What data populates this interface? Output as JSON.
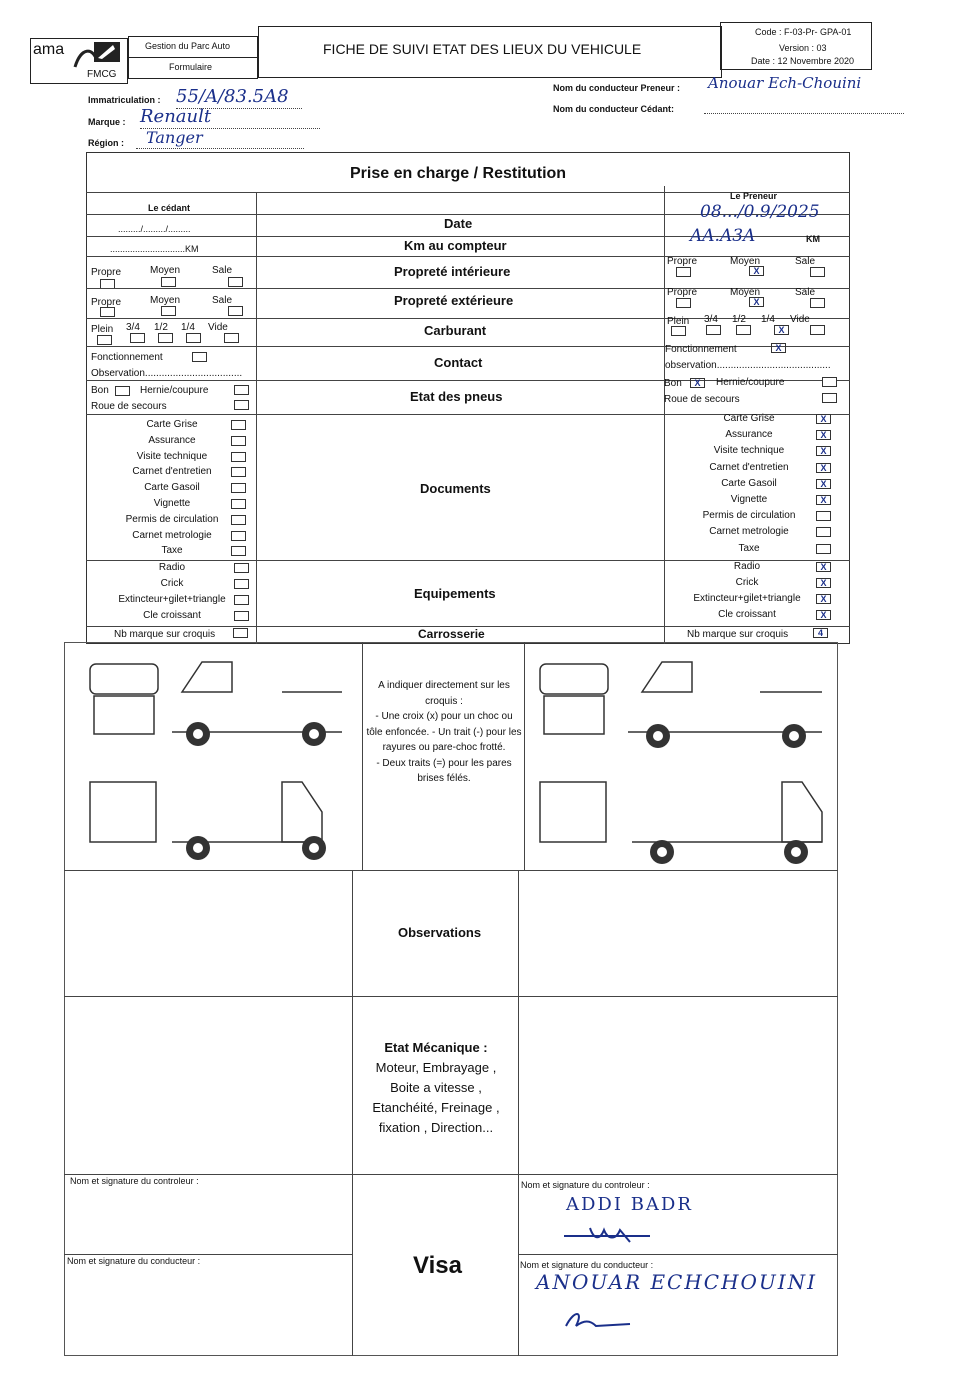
{
  "header": {
    "logo_text": "ama",
    "brand_sub": "FMCG",
    "dept": "Gestion du Parc Auto",
    "form_type": "Formulaire",
    "title": "FICHE DE SUIVI ETAT DES LIEUX DU VEHICULE",
    "code": "Code : F-03-Pr- GPA-01",
    "version": "Version : 03",
    "date": "Date : 12 Novembre 2020"
  },
  "vehicle": {
    "immat_label": "Immatriculation :",
    "immat_value": "55/A/83.5A8",
    "marque_label": "Marque :",
    "marque_value": "Renault",
    "region_label": "Région :",
    "region_value": "Tanger",
    "preneur_label": "Nom du conducteur Preneur :",
    "preneur_value": "Anouar Ech-Chouini",
    "cedant_label": "Nom du conducteur Cédant:"
  },
  "table": {
    "title": "Prise en charge / Restitution",
    "left_head": "Le cédant",
    "right_head": "Le Preneur",
    "date_label": "Date",
    "date_blank": "........./........./.........",
    "date_value": "08.../0.9/2025",
    "km_label": "Km au compteur",
    "km_unit": "KM",
    "km_blank": "..............................KM",
    "km_value": "AA.A3A",
    "proprete_int": "Propreté intérieure",
    "proprete_ext": "Propreté extérieure",
    "opt_propre": "Propre",
    "opt_moyen": "Moyen",
    "opt_sale": "Sale",
    "carburant": "Carburant",
    "fuel_plein": "Plein",
    "fuel_34": "3/4",
    "fuel_12": "1/2",
    "fuel_14": "1/4",
    "fuel_vide": "Vide",
    "contact": "Contact",
    "fonctionnement": "Fonctionnement",
    "observation_left": "Observation...................................",
    "observation_right": "observation.........................................",
    "pneus": "Etat des pneus",
    "bon": "Bon",
    "hernie": "Hernie/coupure",
    "roue": "Roue de secours",
    "documents": "Documents",
    "doc_items": [
      "Carte Grise",
      "Assurance",
      "Visite technique",
      "Carnet d'entretien",
      "Carte Gasoil",
      "Vignette",
      "Permis de circulation",
      "Carnet metrologie",
      "Taxe"
    ],
    "equipements": "Equipements",
    "equip_items": [
      "Radio",
      "Crick",
      "Extincteur+gilet+triangle",
      "Cle croissant"
    ],
    "carrosserie": "Carrosserie",
    "nb_marque": "Nb marque sur croquis",
    "nb_marque_value": "4",
    "check_mark": "X",
    "instructions": [
      "A indiquer directement sur les croquis :",
      "- Une croix (x) pour un choc ou tôle enfoncée.            - Un trait (-) pour les rayures ou pare-choc frotté.",
      "- Deux traits (=) pour les pares brises félés."
    ],
    "observations": "Observations",
    "etat_title": "Etat Mécanique :",
    "etat_lines": [
      "Moteur, Embrayage ,",
      "Boite a vitesse ,",
      "Etanchéité, Freinage ,",
      "fixation , Direction..."
    ],
    "visa": "Visa",
    "sig_controleur": "Nom et signature du controleur :",
    "sig_conducteur": "Nom et signature du conducteur :",
    "controleur_name": "ADDI BADR",
    "conducteur_name": "ANOUAR ECHCHOUINI"
  },
  "colors": {
    "ink": "#1a2f8a",
    "line": "#333333"
  }
}
